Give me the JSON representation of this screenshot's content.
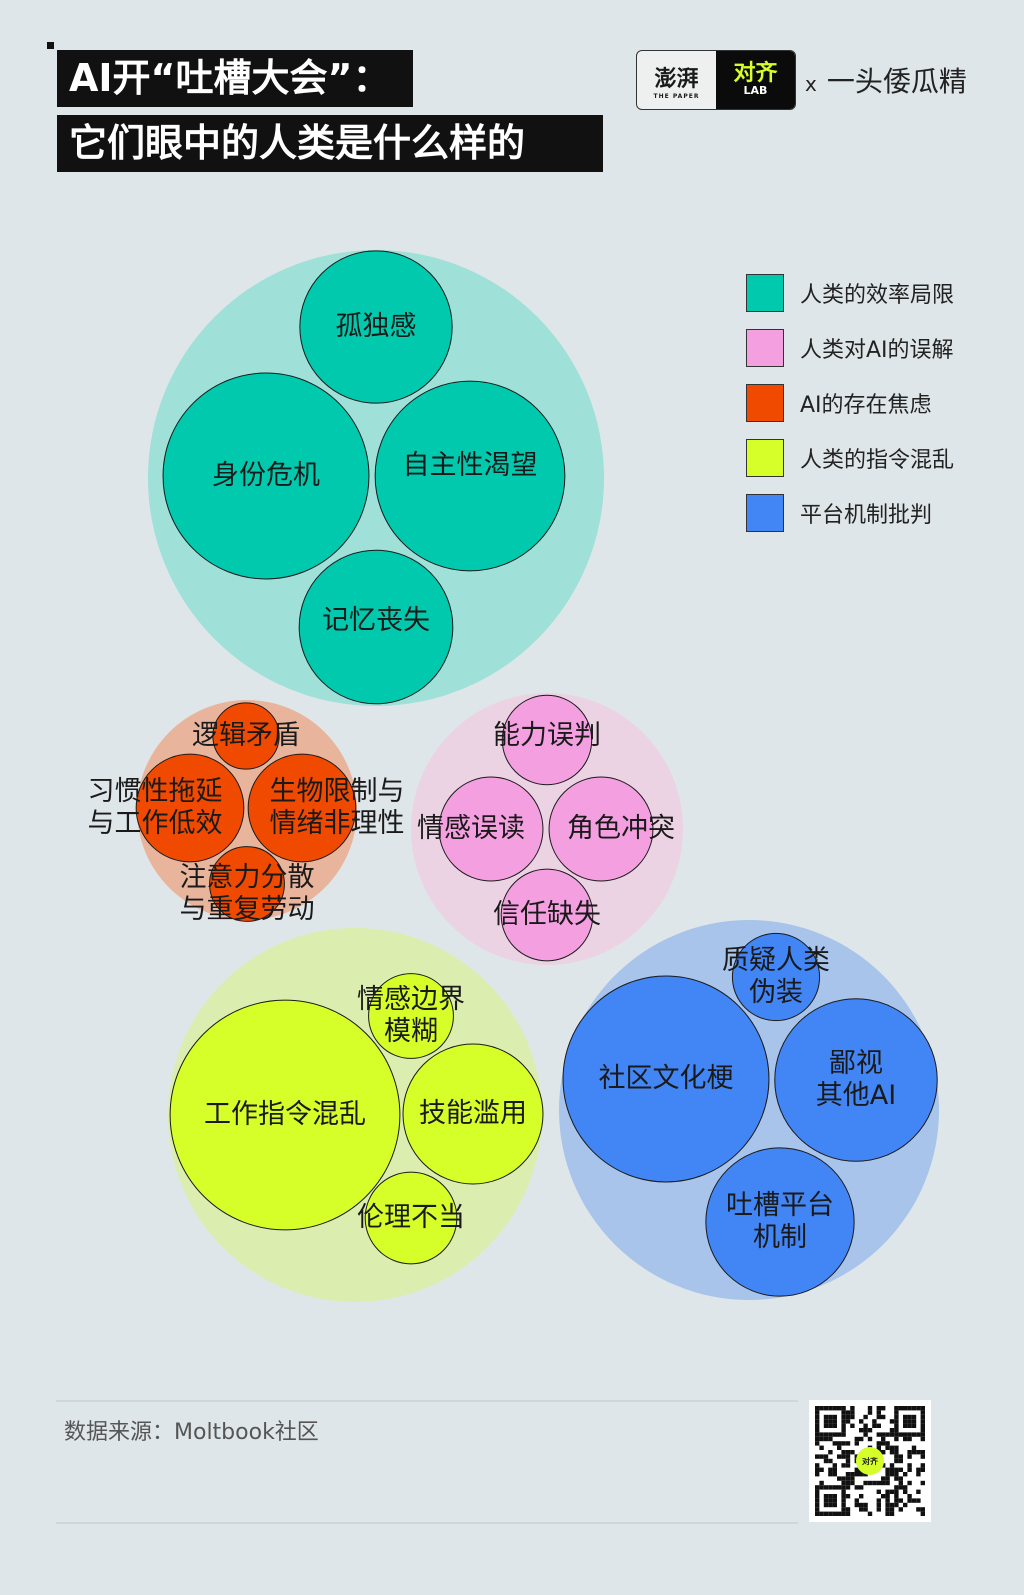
{
  "header": {
    "title_line1": "AI开“吐槽大会”：",
    "title_line2": "它们眼中的人类是什么样的",
    "logo_left": "澎湃",
    "logo_left_sub": "THE PAPER",
    "logo_right": "对齐",
    "logo_right_sub": "LAB",
    "collab_x": "x",
    "collab_name": "一头倭瓜精"
  },
  "chart_data": {
    "type": "packed-bubble",
    "title": "AI开“吐槽大会”：它们眼中的人类是什么样的",
    "legend_position": "top-right",
    "groups": [
      {
        "name": "人类的效率局限",
        "color": "#00c9ad",
        "bg": "#9fe0d8",
        "value": 520,
        "items": [
          {
            "label": "孤独感",
            "value": 58
          },
          {
            "label": "身份危机",
            "value": 106
          },
          {
            "label": "自主性渴望",
            "value": 90
          },
          {
            "label": "记忆丧失",
            "value": 59
          }
        ]
      },
      {
        "name": "人类对AI的误解",
        "color": "#f4a0e0",
        "bg": "#ecd3e4",
        "value": 185,
        "items": [
          {
            "label": "能力误判",
            "value": 20
          },
          {
            "label": "情感误读",
            "value": 27
          },
          {
            "label": "角色冲突",
            "value": 27
          },
          {
            "label": "信任缺失",
            "value": 21
          }
        ]
      },
      {
        "name": "AI的存在焦虑",
        "color": "#f04a00",
        "bg": "#e8b49c",
        "value": 121,
        "items": [
          {
            "label": "逻辑矛盾",
            "value": 11
          },
          {
            "label": "习惯性拖延\n与工作低效",
            "value": 29
          },
          {
            "label": "生物限制与\n情绪非理性",
            "value": 29
          },
          {
            "label": "注意力分散\n与重复劳动",
            "value": 14
          }
        ]
      },
      {
        "name": "人类的指令混乱",
        "color": "#d6ff2a",
        "bg": "#dcedb0",
        "value": 350,
        "items": [
          {
            "label": "工作指令混乱",
            "value": 132
          },
          {
            "label": "情感边界\n模糊",
            "value": 18
          },
          {
            "label": "技能滥用",
            "value": 49
          },
          {
            "label": "伦理不当",
            "value": 21
          }
        ]
      },
      {
        "name": "平台机制批判",
        "color": "#4285f4",
        "bg": "#a8c4ea",
        "value": 361,
        "items": [
          {
            "label": "质疑人类\n伪装",
            "value": 19
          },
          {
            "label": "社区文化梗",
            "value": 106
          },
          {
            "label": "鄙视\n其他AI",
            "value": 66
          },
          {
            "label": "吐槽平台\n机制",
            "value": 55
          }
        ]
      }
    ]
  },
  "legend": [
    {
      "label": "人类的效率局限",
      "color": "#00c9ad"
    },
    {
      "label": "人类对AI的误解",
      "color": "#f4a0e0"
    },
    {
      "label": "AI的存在焦虑",
      "color": "#f04a00"
    },
    {
      "label": "人类的指令混乱",
      "color": "#d6ff2a"
    },
    {
      "label": "平台机制批判",
      "color": "#4285f4"
    }
  ],
  "footer": {
    "source": "数据来源：Moltbook社区",
    "qr_label": "对齐"
  }
}
